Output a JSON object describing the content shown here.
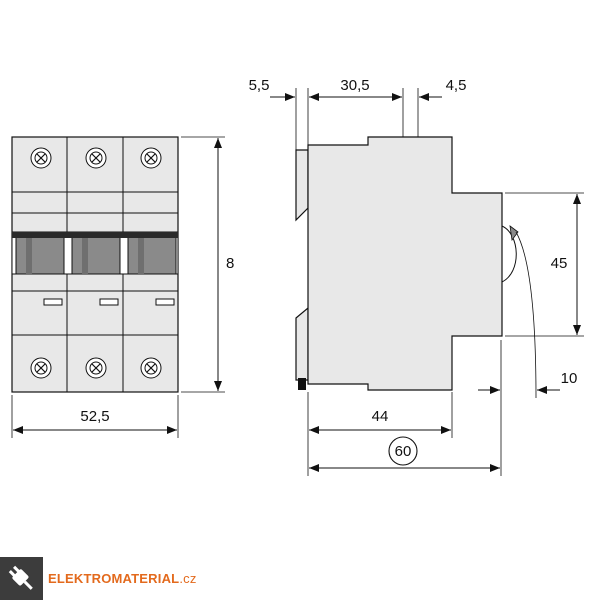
{
  "dimensions": {
    "width_front": "52,5",
    "height_front": "8",
    "depth_top_left": "5,5",
    "depth_top_mid": "30,5",
    "depth_top_right": "4,5",
    "side_height": "45",
    "side_offset": "10",
    "side_depth": "44",
    "total_depth": "60"
  },
  "brand": {
    "name": "ELEKTROMATERIAL",
    "tld": ".cz",
    "logo_icon": "plug-icon"
  },
  "colors": {
    "brand_orange": "#e36a1d",
    "logo_bg": "#3c3c3c",
    "device_fill": "#e8e8e8",
    "line": "#111111"
  }
}
